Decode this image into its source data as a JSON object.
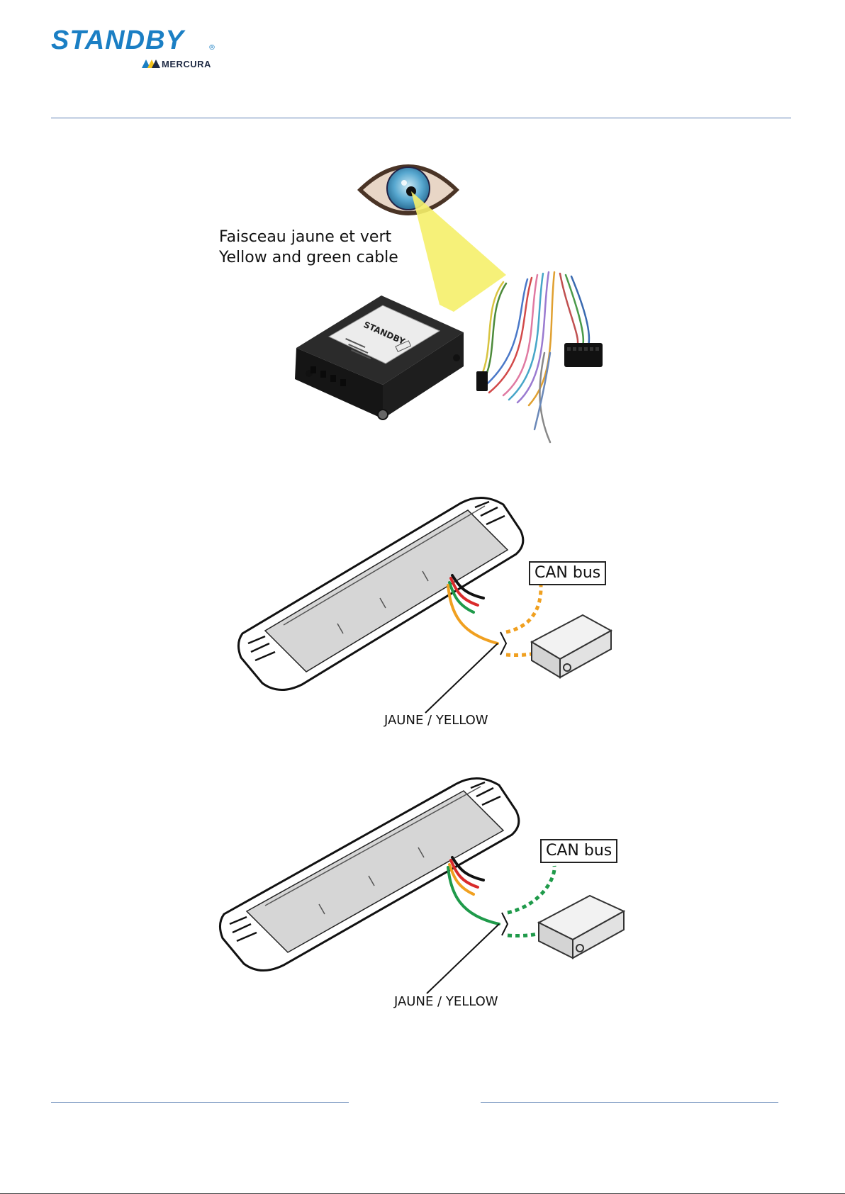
{
  "header": {
    "brand_name": "STANDBY",
    "brand_registered": "®",
    "sub_brand": "MERCURA"
  },
  "figure_1": {
    "caption_line_1": "Faisceau jaune et vert",
    "caption_line_2": "Yellow and green cable",
    "device_label": "STANDBY"
  },
  "figure_2": {
    "canbus_label": "CAN bus",
    "wire_label": "JAUNE / YELLOW",
    "wire_color": "#f0a020"
  },
  "figure_3": {
    "canbus_label": "CAN bus",
    "wire_label": "JAUNE / YELLOW",
    "wire_color": "#1f9a4a"
  },
  "colors": {
    "brand_blue": "#1b7fc4",
    "rule_blue": "#5b7fb3",
    "beam_yellow": "#f5f06a"
  }
}
